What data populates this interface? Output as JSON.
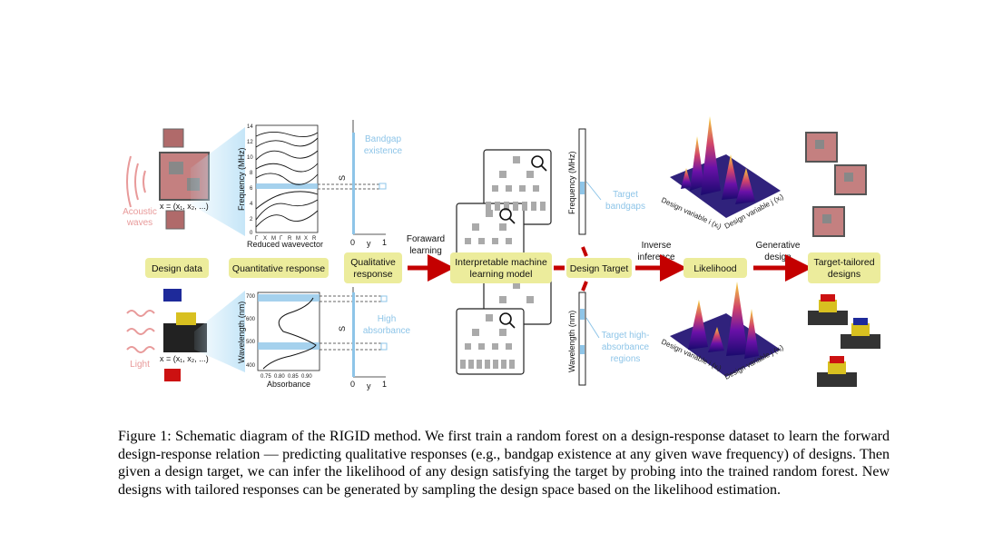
{
  "labels": {
    "design_data": "Design data",
    "quantitative_response": "Quantitative response",
    "qualitative_response": [
      "Qualitative",
      "response"
    ],
    "forward_learning": [
      "Foraward",
      "learning"
    ],
    "model": [
      "Interpretable machine",
      "learning model"
    ],
    "design_target": "Design Target",
    "inverse_inference": [
      "Inverse",
      "inference"
    ],
    "likelihood": "Likelihood",
    "generative_design": [
      "Generative",
      "design"
    ],
    "target_tailored": [
      "Target-tailored",
      "designs"
    ]
  },
  "top": {
    "acoustic": [
      "Acoustic",
      "waves"
    ],
    "x_formula": "x = (x₁, x₂, ...)",
    "freq_ylabel": "Frequency (MHz)",
    "freq_ticks": [
      "14",
      "12",
      "10",
      "8",
      "6",
      "4",
      "2",
      "0"
    ],
    "freq_xticks": [
      "Γ",
      "X",
      "M",
      "Γ",
      "R",
      "M",
      "X",
      "R"
    ],
    "freq_xlabel": "Reduced wavevector",
    "s_label": "S",
    "bandgap": [
      "Bandgap",
      "existence"
    ],
    "axis_0": "0",
    "axis_y": "y",
    "axis_1": "1",
    "target_freq_label": "Frequency (MHz)",
    "target_bandgaps": [
      "Target",
      "bandgaps"
    ],
    "design_var_1": "Design variable i (xᵢ)",
    "design_var_2": "Design variable j (xⱼ)"
  },
  "bottom": {
    "light": "Light",
    "x_formula": "x = (x₁, x₂, ...)",
    "wl_ylabel": "Wavelength (nm)",
    "wl_ticks": [
      "700",
      "600",
      "500",
      "400"
    ],
    "abs_ticks": [
      "0.75",
      "0.80",
      "0.85",
      "0.90"
    ],
    "abs_xlabel": "Absorbance",
    "s_label": "S",
    "high_abs": [
      "High",
      "absorbance"
    ],
    "axis_0": "0",
    "axis_y": "y",
    "axis_1": "1",
    "target_wl_label": "Wavelength (nm)",
    "target_high": [
      "Target high-",
      "absorbance",
      "regions"
    ],
    "design_var_1": "Design variable i (xᵢ)",
    "design_var_2": "Design variable j (xⱼ)"
  },
  "caption": "Figure 1: Schematic diagram of the RIGID method. We first train a random forest on a design-response dataset to learn the forward design-response relation — predicting qualitative responses (e.g., bandgap existence at any given wave frequency) of designs. Then given a design target, we can infer the likelihood of any design satisfying the target by probing into the trained random forest. New designs with tailored responses can be generated by sampling the design space based on the likelihood estimation.",
  "colors": {
    "tag": "#ecec9c",
    "arrow": "#c40000",
    "blue": "#8ec5e8",
    "pink": "#e89a9a"
  }
}
